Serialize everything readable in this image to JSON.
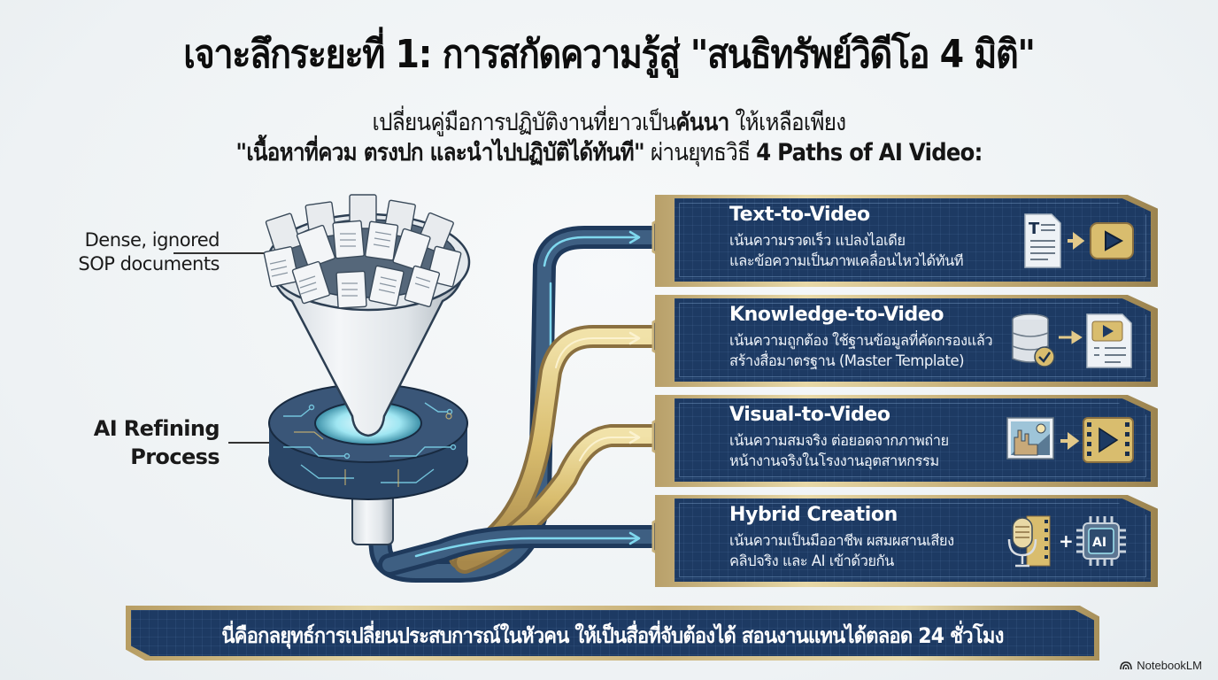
{
  "header": {
    "title": "เจาะลึกระยะที่ 1: การสกัดความรู้สู่ \"สนธิทรัพย์วิดีโอ 4 มิติ\"",
    "subtitle_line1_pre": "เปลี่ยนคู่มือการปฏิบัติงานที่ยาวเป็น",
    "subtitle_line1_bold": "คันนา",
    "subtitle_line1_post": " ให้เหลือเพียง",
    "subtitle_line2_bold": "\"เนื้อหาที่ควม ตรงปก และนำไปปฏิบัติได้ทันที\"",
    "subtitle_line2_mid": " ผ่านยุทธวิธี ",
    "subtitle_line2_end": "4 Paths of AI Video:"
  },
  "diagram": {
    "input_label": "Dense, ignored SOP documents",
    "input_label_line1": "Dense, ignored",
    "input_label_line2": "SOP documents",
    "process_label_line1": "AI Refining",
    "process_label_line2": "Process",
    "funnel_icon": "funnel-with-documents",
    "ring_icon": "circuit-ring",
    "pipe_colors": {
      "blue": "#1f3a5c",
      "glow": "#7fd8ee",
      "gold": "#d9bd6e"
    }
  },
  "paths": [
    {
      "title": "Text-to-Video",
      "desc_line1": "เน้นความรวดเร็ว แปลงไอเดีย",
      "desc_line2": "และข้อความเป็นภาพเคลื่อนไหวได้ทันที",
      "icons": [
        "text-document-icon",
        "arrow-right-icon",
        "play-button-icon"
      ],
      "pipe": "blue"
    },
    {
      "title": "Knowledge-to-Video",
      "desc_line1": "เน้นความถูกต้อง ใช้ฐานข้อมูลที่คัดกรองแล้ว",
      "desc_line2": "สร้างสื่อมาตรฐาน (Master Template)",
      "icons": [
        "database-check-icon",
        "arrow-right-icon",
        "video-document-icon"
      ],
      "pipe": "gold"
    },
    {
      "title": "Visual-to-Video",
      "desc_line1": "เน้นความสมจริง ต่อยอดจากภาพถ่าย",
      "desc_line2": "หน้างานจริงในโรงงานอุตสาหกรรม",
      "icons": [
        "factory-photo-icon",
        "arrow-right-icon",
        "film-play-icon"
      ],
      "pipe": "gold"
    },
    {
      "title": "Hybrid Creation",
      "desc_line1": "เน้นความเป็นมืออาชีพ ผสมผสานเสียง",
      "desc_line2": "คลิปจริง และ AI เข้าด้วยกัน",
      "icons": [
        "microphone-film-icon",
        "plus-icon",
        "ai-chip-icon"
      ],
      "pipe": "blue",
      "ai_chip_label": "AI",
      "plus": "+"
    }
  ],
  "footer": {
    "banner_text": "นี่คือกลยุทธ์การเปลี่ยนประสบการณ์ในหัวคน ให้เป็นสื่อที่จับต้องได้ สอนงานแทนได้ตลอด 24 ชั่วโมง",
    "brand": "NotebookLM"
  },
  "colors": {
    "panel_navy": "#1d3a63",
    "gold": "#c9b27a",
    "background": "#f1f4f6"
  }
}
